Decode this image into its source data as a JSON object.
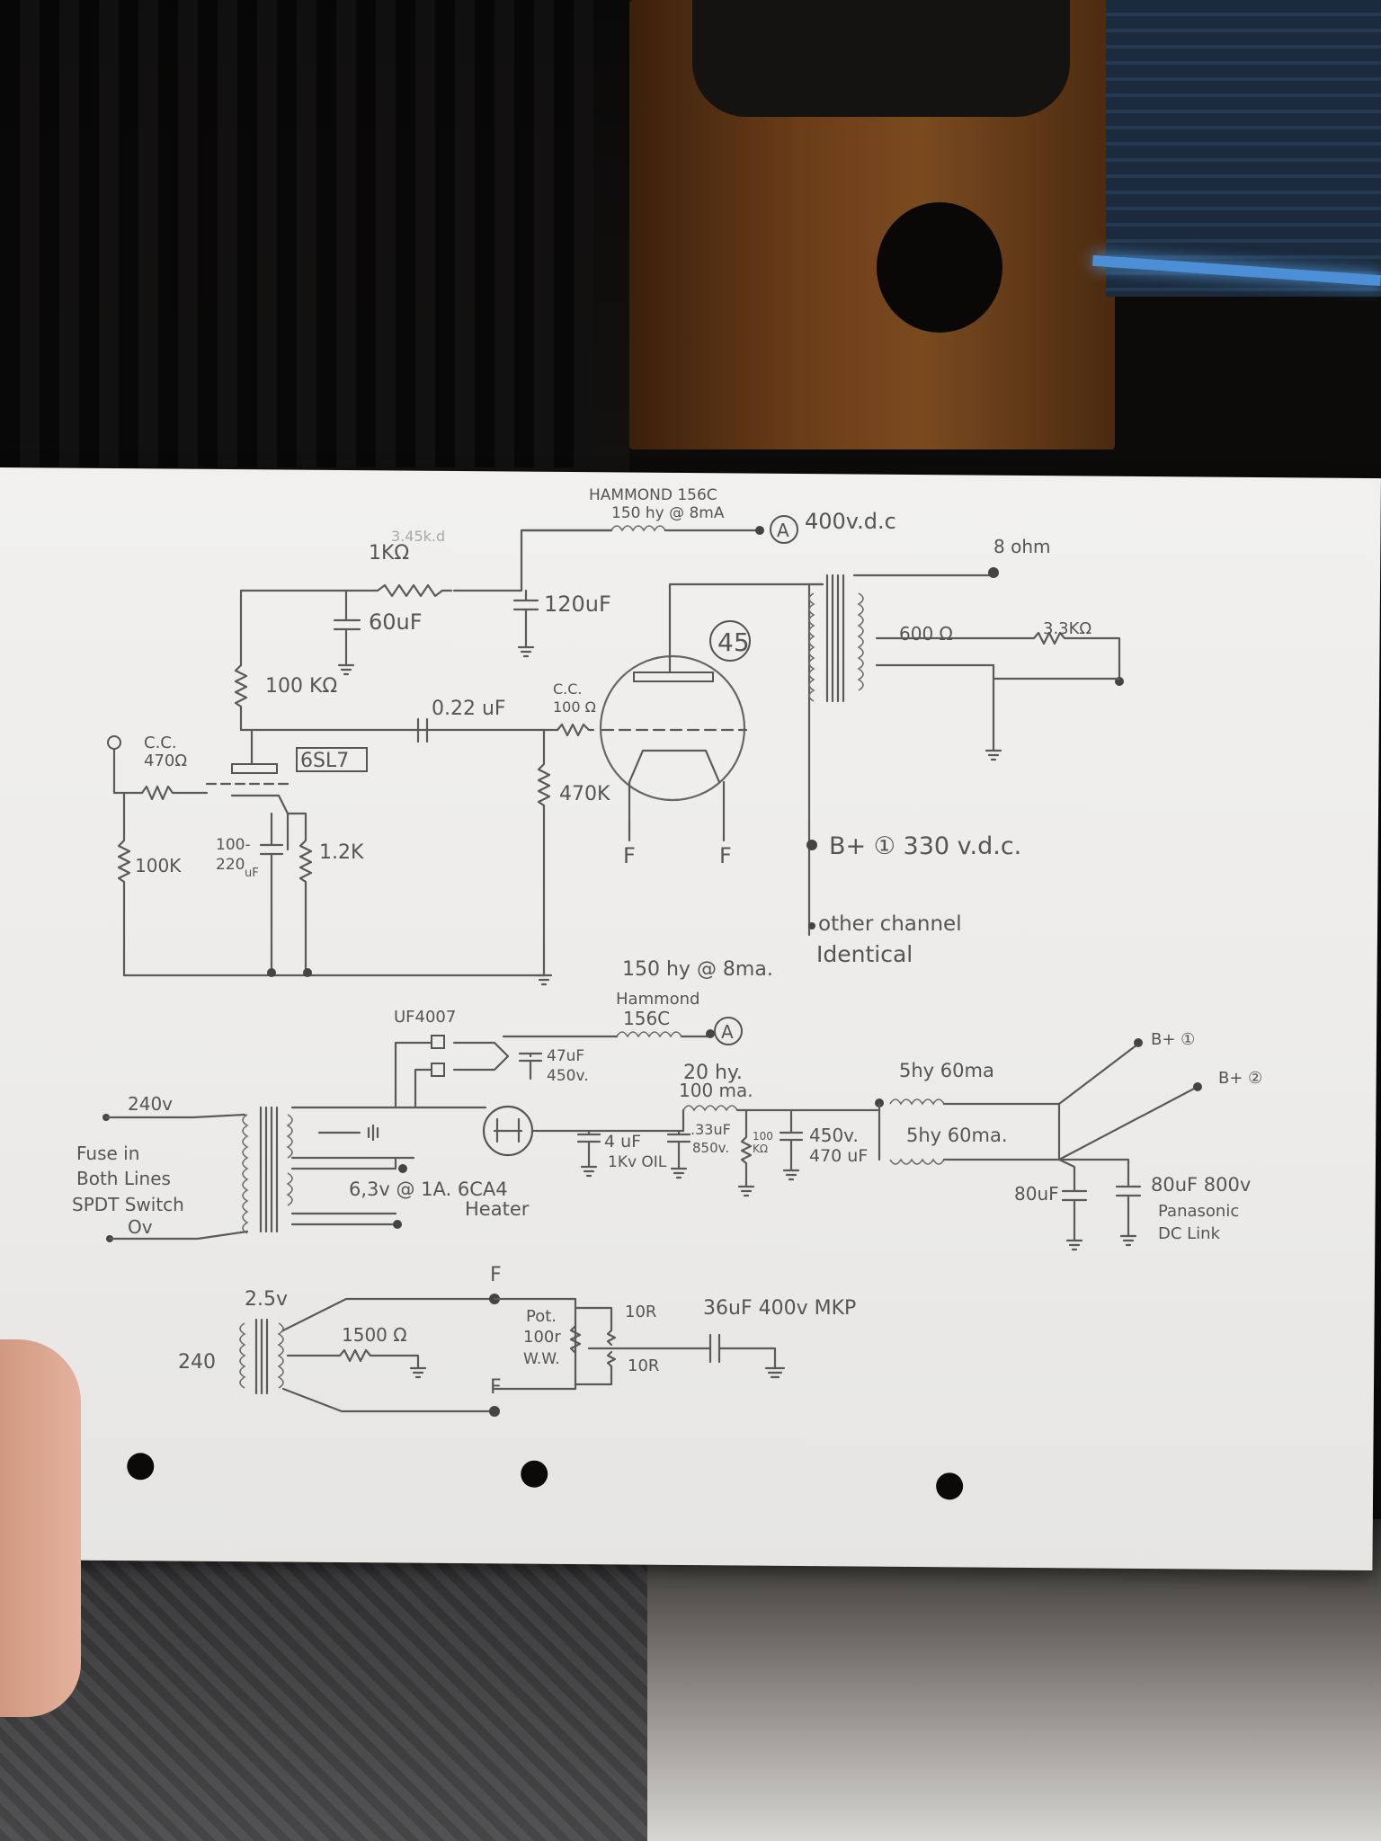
{
  "amplifier": {
    "tube_label": "45",
    "driver_tube": "6SL7",
    "choke_top": {
      "line1": "HAMMOND 156C",
      "line2": "150 hy @ 8mA"
    },
    "node_a": "A",
    "supply_a": "400v.d.c",
    "r_1k": "1KΩ",
    "r_1k_strike": "3.45k.d",
    "c_60": "60uF",
    "c_120": "120uF",
    "r_100k": "100 KΩ",
    "c_022": "0.22 uF",
    "cc_grid_1": "C.C.",
    "cc_grid_2": "100 Ω",
    "r_470k": "470K",
    "cc_input_1": "C.C.",
    "cc_input_2": "470Ω",
    "r_input": "100K",
    "c_cathode_1": "100-",
    "c_cathode_2": "220",
    "c_cathode_3": "uF",
    "r_cathode": "1.2K",
    "fil_left": "F",
    "fil_right": "F",
    "out_8ohm": "8 ohm",
    "out_600": "600 Ω",
    "out_33k": "3.3KΩ",
    "bplus_1": "B+ ① 330 v.d.c.",
    "other_1": "other channel",
    "other_2": "Identical"
  },
  "power_supply": {
    "choke_label_1": "150 hy @ 8ma.",
    "choke_label_2": "Hammond",
    "choke_label_3": "156C",
    "node_a": "A",
    "diode": "UF4007",
    "c_47_1": "47uF",
    "c_47_2": "450v.",
    "mains_240": "240v",
    "fuse_1": "Fuse in",
    "fuse_2": "Both Lines",
    "fuse_3": "SPDT Switch",
    "fuse_4": "Ov",
    "heater_1": "6,3v @ 1A. 6CA4",
    "heater_2": "Heater",
    "choke_20_1": "20 hy.",
    "choke_20_2": "100 ma.",
    "c_4_1": "4 uF",
    "c_4_2": "1Kv OIL",
    "c_33_1": ".33uF",
    "c_33_2": "850v.",
    "r_100k_1": "100",
    "r_100k_2": "KΩ",
    "c_470_1": "450v.",
    "c_470_2": "470 uF",
    "choke_5a": "5hy 60ma",
    "choke_5b": "5hy 60ma.",
    "bplus_1": "B+ ①",
    "bplus_2": "B+ ②",
    "c_80a": "80uF",
    "c_80b_1": "80uF 800v",
    "c_80b_2": "Panasonic",
    "c_80b_3": "DC Link"
  },
  "filament_supply": {
    "v_25": "2.5v",
    "v_240": "240",
    "r_1500": "1500 Ω",
    "f_top": "F",
    "f_bottom": "F",
    "pot_1": "Pot.",
    "pot_2": "100r",
    "pot_3": "W.W.",
    "r_10a": "10R",
    "r_10b": "10R",
    "c_36": "36uF 400v MKP"
  }
}
